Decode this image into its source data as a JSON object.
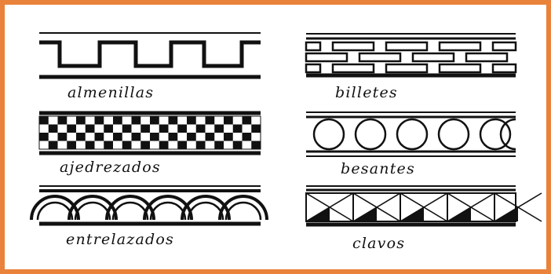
{
  "captions": {
    "almenillas": "almenillas",
    "ajedrezados": "ajedrezados",
    "entrelazados": "entrelazados",
    "billetes": "billetes",
    "besantes": "besantes",
    "clavos": "clavos"
  },
  "colors": {
    "border": "#e9823a",
    "ink": "#111111",
    "background": "#ffffff"
  }
}
